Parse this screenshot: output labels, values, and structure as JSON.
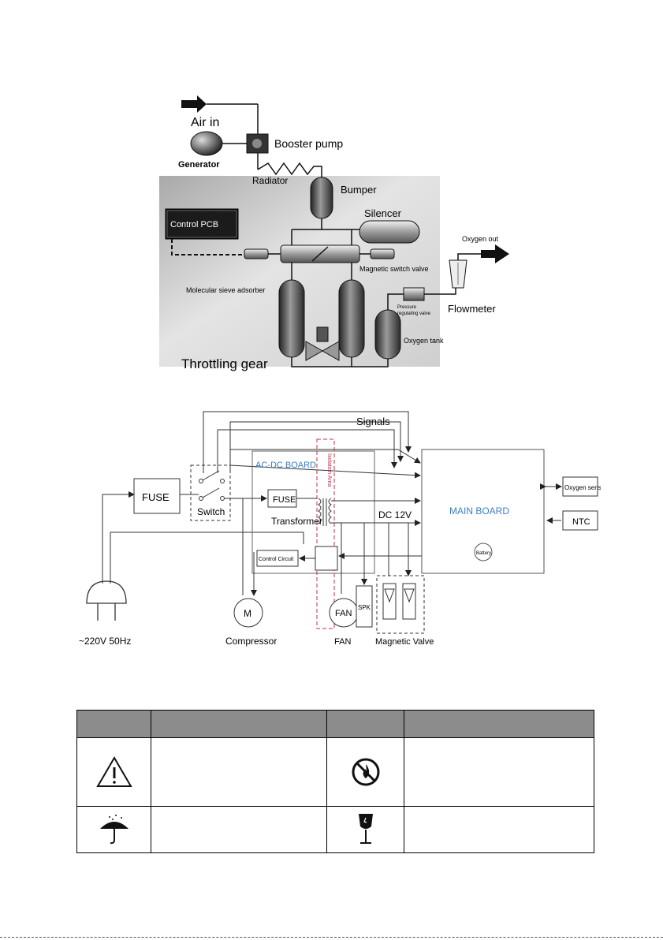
{
  "pneumatic": {
    "air_in": "Air in",
    "generator": "Generator",
    "booster_pump": "Booster pump",
    "radiator": "Radiator",
    "bumper": "Bumper",
    "silencer": "Silencer",
    "control_pcb": "Control PCB",
    "magnetic_switch_valve": "Magnetic switch valve",
    "molecular_sieve_adsorber": "Molecular sieve adsorber",
    "oxygen_out": "Oxygen out",
    "pressure_regulating_valve_line1": "Pressure",
    "pressure_regulating_valve_line2": "regulating valve",
    "flowmeter": "Flowmeter",
    "oxygen_tank": "Oxygen tank",
    "throttling_gear": "Throttling gear"
  },
  "electrical": {
    "signals": "Signals",
    "fuse_main": "FUSE",
    "switch": "Switch",
    "ac_dc_board": "AC-DC BOARD",
    "isolation_area": "Isolation Area",
    "fuse_board": "FUSE",
    "transformer": "Transformer",
    "dc_12v": "DC 12V",
    "main_board": "MAIN BOARD",
    "battery": "Battery",
    "oxygen_sensor": "Oxygen sensor",
    "ntc": "NTC",
    "control_circuit": "Control Circuit",
    "mains": "~220V 50Hz",
    "motor_symbol": "M",
    "compressor": "Compressor",
    "fan_symbol": "FAN",
    "fan": "FAN",
    "spk": "SPK",
    "magnetic_valve": "Magnetic Valve"
  },
  "colors": {
    "panel_gray": "#c9c9c9",
    "ac_dc_blue": "#3b7fc4",
    "isolation_red": "#c0304a",
    "table_header": "#8c8c8c"
  },
  "table": {
    "icons": [
      "warning-triangle",
      "no-open-flame",
      "keep-dry-umbrella",
      "fragile-glass"
    ]
  }
}
